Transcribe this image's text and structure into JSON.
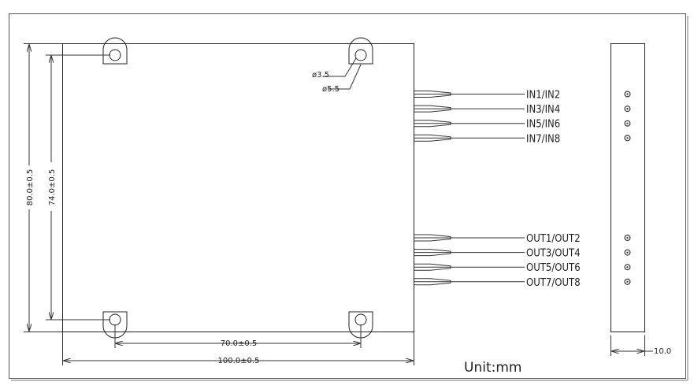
{
  "drawing": {
    "input_labels": [
      "IN1/IN2",
      "IN3/IN4",
      "IN5/IN6",
      "IN7/IN8"
    ],
    "output_labels": [
      "OUT1/OUT2",
      "OUT3/OUT4",
      "OUT5/OUT6",
      "OUT7/OUT8"
    ],
    "dimensions": {
      "hole_small": "ø3.5",
      "hole_large": "ø5.5",
      "height_outer": "80.0±0.5",
      "height_inner": "74.0±0.5",
      "width_inner": "70.0±0.5",
      "width_outer": "100.0±0.5",
      "thickness": "10.0"
    },
    "unit": "Unit:mm"
  }
}
